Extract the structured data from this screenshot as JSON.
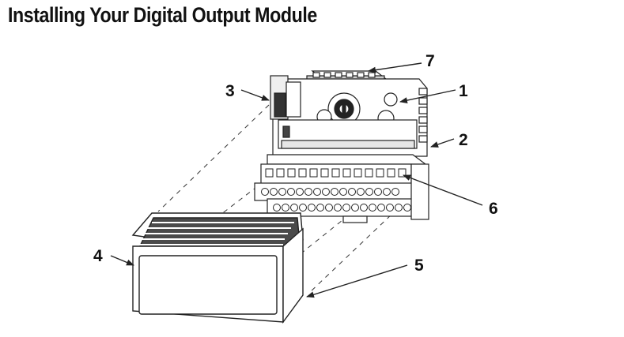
{
  "title": "Installing Your Digital Output Module",
  "callouts": [
    "1",
    "2",
    "3",
    "4",
    "5",
    "6",
    "7"
  ],
  "colors": {
    "line": "#222222",
    "fill": "#ffffff",
    "shade": "#d9d9d9",
    "dark": "#555555"
  }
}
